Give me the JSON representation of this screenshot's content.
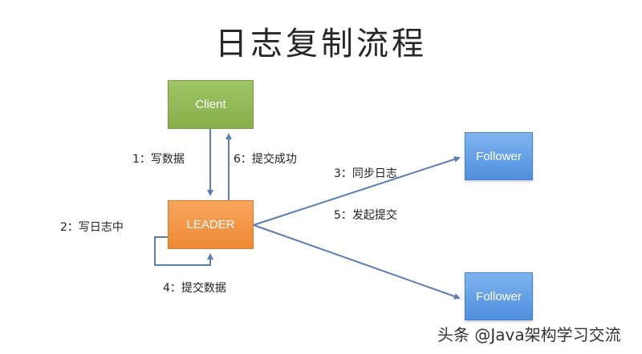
{
  "title": "日志复制流程",
  "nodes": {
    "client": "Client",
    "leader": "LEADER",
    "follower_1": "Follower",
    "follower_2": "Follower"
  },
  "labels": {
    "write_data": "1：写数据",
    "commit_success": "6：提交成功",
    "write_log": "2：写日志中",
    "sync_log": "3：同步日志",
    "commit_data": "4：提交数据",
    "initiate_commit": "5：发起提交"
  },
  "watermark": "头条 @Java架构学习交流",
  "colors": {
    "client": "#8cb64f",
    "leader": "#f39544",
    "follower": "#5e9ae5",
    "arrow": "#5b7db4"
  }
}
